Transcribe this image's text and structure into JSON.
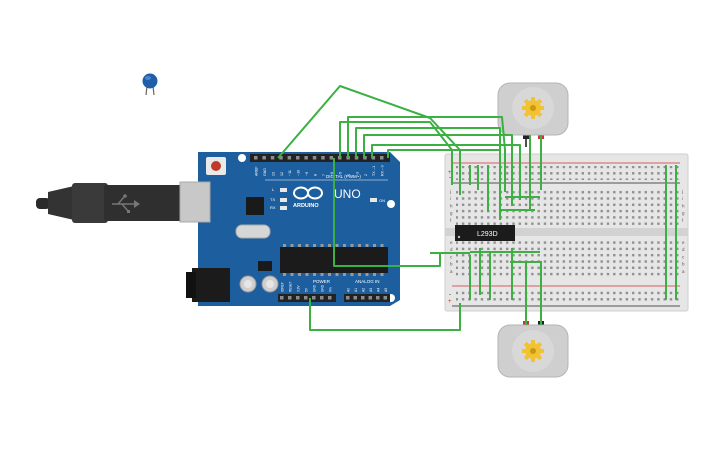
{
  "arduino": {
    "brand": "ARDUINO",
    "model": "UNO",
    "digital_label": "DIGITAL (PWM~)",
    "power_label": "POWER",
    "analog_label": "ANALOG IN",
    "on_label": "ON",
    "tx_label": "TX",
    "rx_label": "RX",
    "l_label": "L",
    "digital_pins": [
      "AREF",
      "GND",
      "13",
      "12",
      "~11",
      "~10",
      "~9",
      "8",
      "7",
      "~6",
      "~5",
      "4",
      "~3",
      "2",
      "TX→1",
      "RX←0"
    ],
    "power_pins": [
      "IOREF",
      "RESET",
      "3.3V",
      "5V",
      "GND",
      "GND",
      "Vin"
    ],
    "analog_pins": [
      "A0",
      "A1",
      "A2",
      "A3",
      "A4",
      "A5"
    ]
  },
  "chip": {
    "label": "L293D"
  },
  "breadboard": {
    "rail_plus": "+",
    "rail_minus": "-",
    "row_letters_top": [
      "j",
      "i",
      "h",
      "g",
      "f"
    ],
    "row_letters_bottom": [
      "e",
      "d",
      "c",
      "b",
      "a"
    ]
  },
  "colors": {
    "wire": "#3cb043",
    "board": "#1d5e9e",
    "breadboard": "#e6e6e6",
    "motor": "#cfcfcf",
    "gear": "#f2c233",
    "lead_red": "#d32f2f",
    "lead_black": "#222222"
  }
}
